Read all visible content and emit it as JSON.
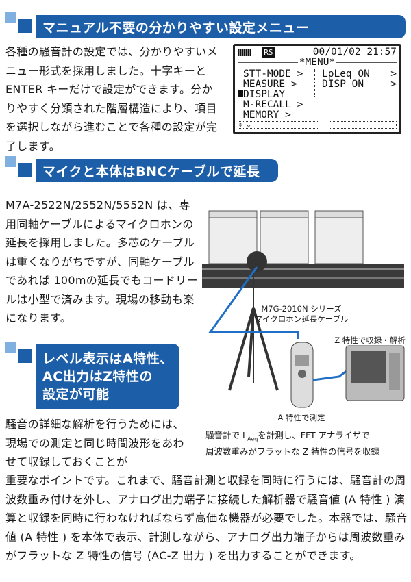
{
  "section1": {
    "title": "マニュアル不要の分かりやすい設定メニュー",
    "text": "各種の騒音計の設定では、分かりやすいメニュー形式を採用しました。十字キーと ENTER キーだけで設定ができます。分かりやすく分類された階層構造により、項目を選択しながら進むことで各種の設定が完了します。"
  },
  "lcd": {
    "battery_icon": "battery-icon",
    "rs": "RS",
    "datetime": "00/01/02 21:57",
    "menu_title": "*MENU*",
    "items": [
      "STT-MODE",
      "MEASURE",
      "DISPLAY",
      "M-RECALL",
      "MEMORY"
    ],
    "selected": "DISPLAY",
    "sub_items": [
      "LpLeq ON",
      "DISP ON"
    ]
  },
  "section2": {
    "title": "マイクと本体はBNCケーブルで延長",
    "text": "M7A-2522N/2552N/5552N は、専用同軸ケーブルによるマイクロホンの延長を採用しました。多芯のケーブルは重くなりがちですが、同軸ケーブルであれば 100mの延長でもコードリールは小型で済みます。現場の移動も楽になります。"
  },
  "figure": {
    "cable_label_1": "M7G-2010N シリーズ",
    "cable_label_2": "マイクロホン延長ケーブル",
    "analyzer_label": "Z 特性で収録・解析",
    "meter_label": "A 特性で測定",
    "caption_1a": "騒音計で L",
    "caption_1sub": "Aeq",
    "caption_1b": "を計測し、FFT アナライザで",
    "caption_2": "周波数重みがフラットな Z 特性の信号を収録",
    "cable_color": "#1f6fc6"
  },
  "section3": {
    "title_lines": [
      "レベル表示はA特性、",
      "AC出力はZ特性の",
      "設定が可能"
    ],
    "text_narrow": "騒音の詳細な解析を行うためには、現場での測定と同じ時間波形をあわせて収録しておくことが",
    "text_wide": "重要なポイントです。これまで、騒音計測と収録を同時に行うには、騒音計の周波数重み付けを外し、アナログ出力端子に接続した解析器で騒音値 (A 特性 ) 演算と収録を同時に行わなければならず高価な機器が必要でした。本器では、騒音値 (A 特性 ) を本体で表示、計測しながら、アナログ出力端子からは周波数重みがフラットな Z 特性の信号 (AC-Z 出力 ) を出力することができます。"
  },
  "colors": {
    "accent": "#1d5ea8",
    "accent_light": "#7fb0e0"
  }
}
